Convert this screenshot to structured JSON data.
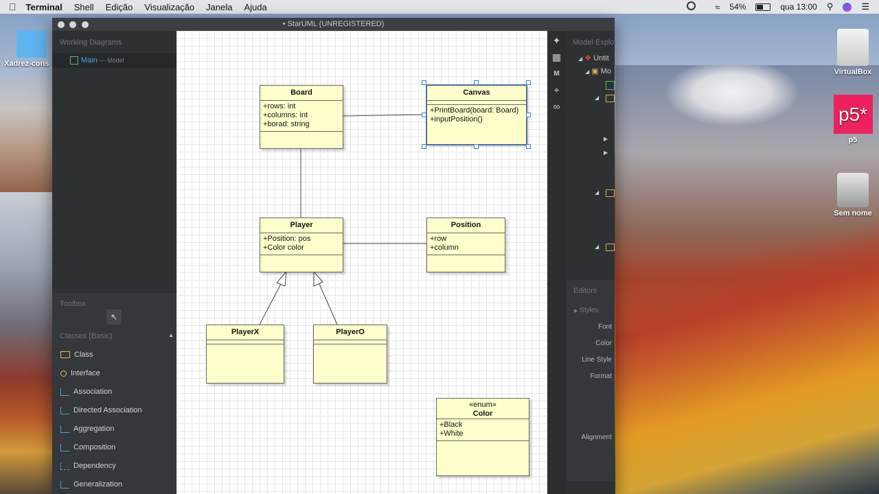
{
  "menubar": {
    "app": "Terminal",
    "items": [
      "Shell",
      "Edição",
      "Visualização",
      "Janela",
      "Ajuda"
    ],
    "battery": "54%",
    "clock": "qua 13:00"
  },
  "desktop": {
    "left_folder_label": "Xadrez-cons",
    "icons": [
      {
        "label": "VirtualBox",
        "icon": "drive-icon"
      },
      {
        "label": "p5",
        "icon": "p5-app-icon",
        "badge_text": "p5*"
      },
      {
        "label": "Sem nome",
        "icon": "disk-icon"
      }
    ]
  },
  "window": {
    "title": "• StarUML (UNREGISTERED)"
  },
  "working_diagrams": {
    "header": "Working Diagrams",
    "item_name": "Main",
    "item_suffix": "— Model"
  },
  "toolbox": {
    "header": "Toolbox",
    "section": "Classes (Basic)",
    "items": [
      "Class",
      "Interface",
      "Association",
      "Directed Association",
      "Aggregation",
      "Composition",
      "Dependency",
      "Generalization"
    ]
  },
  "model_explorer": {
    "header": "Model Explorer",
    "root": "Untit",
    "child": "Mo"
  },
  "editors": {
    "header": "Editors",
    "styles": "Styles",
    "labels": [
      "Font",
      "Color",
      "Line Style",
      "Format",
      "Alignment"
    ]
  },
  "diagram": {
    "classes": [
      {
        "id": "board",
        "name": "Board",
        "attributes": [
          "+rows: int",
          "+columns: int",
          "+borad: string"
        ],
        "operations": []
      },
      {
        "id": "canvas",
        "name": "Canvas",
        "attributes": [],
        "operations": [
          "+PrintBoard(board: Board)",
          "+inputPosition()"
        ],
        "selected": true
      },
      {
        "id": "player",
        "name": "Player",
        "attributes": [
          "+Position: pos",
          "+Color color"
        ],
        "operations": []
      },
      {
        "id": "position",
        "name": "Position",
        "attributes": [
          "+row",
          "+column"
        ],
        "operations": []
      },
      {
        "id": "playerx",
        "name": "PlayerX",
        "attributes": [],
        "operations": []
      },
      {
        "id": "playero",
        "name": "PlayerO",
        "attributes": [],
        "operations": []
      },
      {
        "id": "color",
        "stereotype": "«enum»",
        "name": "Color",
        "attributes": [
          "+Black",
          "+White"
        ],
        "operations": []
      }
    ],
    "relations": [
      {
        "type": "association",
        "from": "board",
        "to": "canvas"
      },
      {
        "type": "association",
        "from": "board",
        "to": "player"
      },
      {
        "type": "association",
        "from": "player",
        "to": "position"
      },
      {
        "type": "generalization",
        "from": "playerx",
        "to": "player"
      },
      {
        "type": "generalization",
        "from": "playero",
        "to": "player"
      }
    ]
  }
}
